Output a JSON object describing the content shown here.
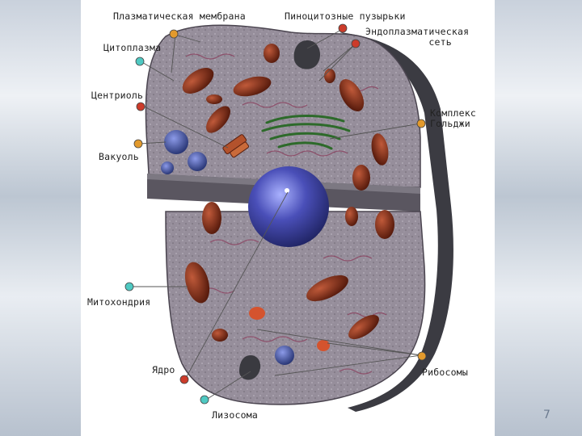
{
  "labels": {
    "plasma_membrane": "Плазматическая мембрана",
    "pinocytic_vesicles": "Пиноцитозные пузырьки",
    "er": "Эндоплазматическая\n           сеть",
    "cytoplasm": "Цитоплазма",
    "centriole": "Центриоль",
    "golgi": "Комплекс\nГольджи",
    "vacuole": "Вакуоль",
    "mitochondria": "Митохондрия",
    "nucleus": "Ядро",
    "ribosomes": "Рибосомы",
    "lysosome": "Лизосома"
  },
  "slide_number": "7",
  "colors": {
    "cytoplasm": "#8f8794",
    "cell_shadow": "#3a3a40",
    "mitochondria": "#7a2a1a",
    "nucleus": "#3b3f9e",
    "vacuole": "#3b4a9c",
    "golgi": "#2d6a2a",
    "marker_orange": "#e39a2c",
    "marker_red": "#cc3b2a",
    "marker_teal": "#4fc9c2"
  }
}
